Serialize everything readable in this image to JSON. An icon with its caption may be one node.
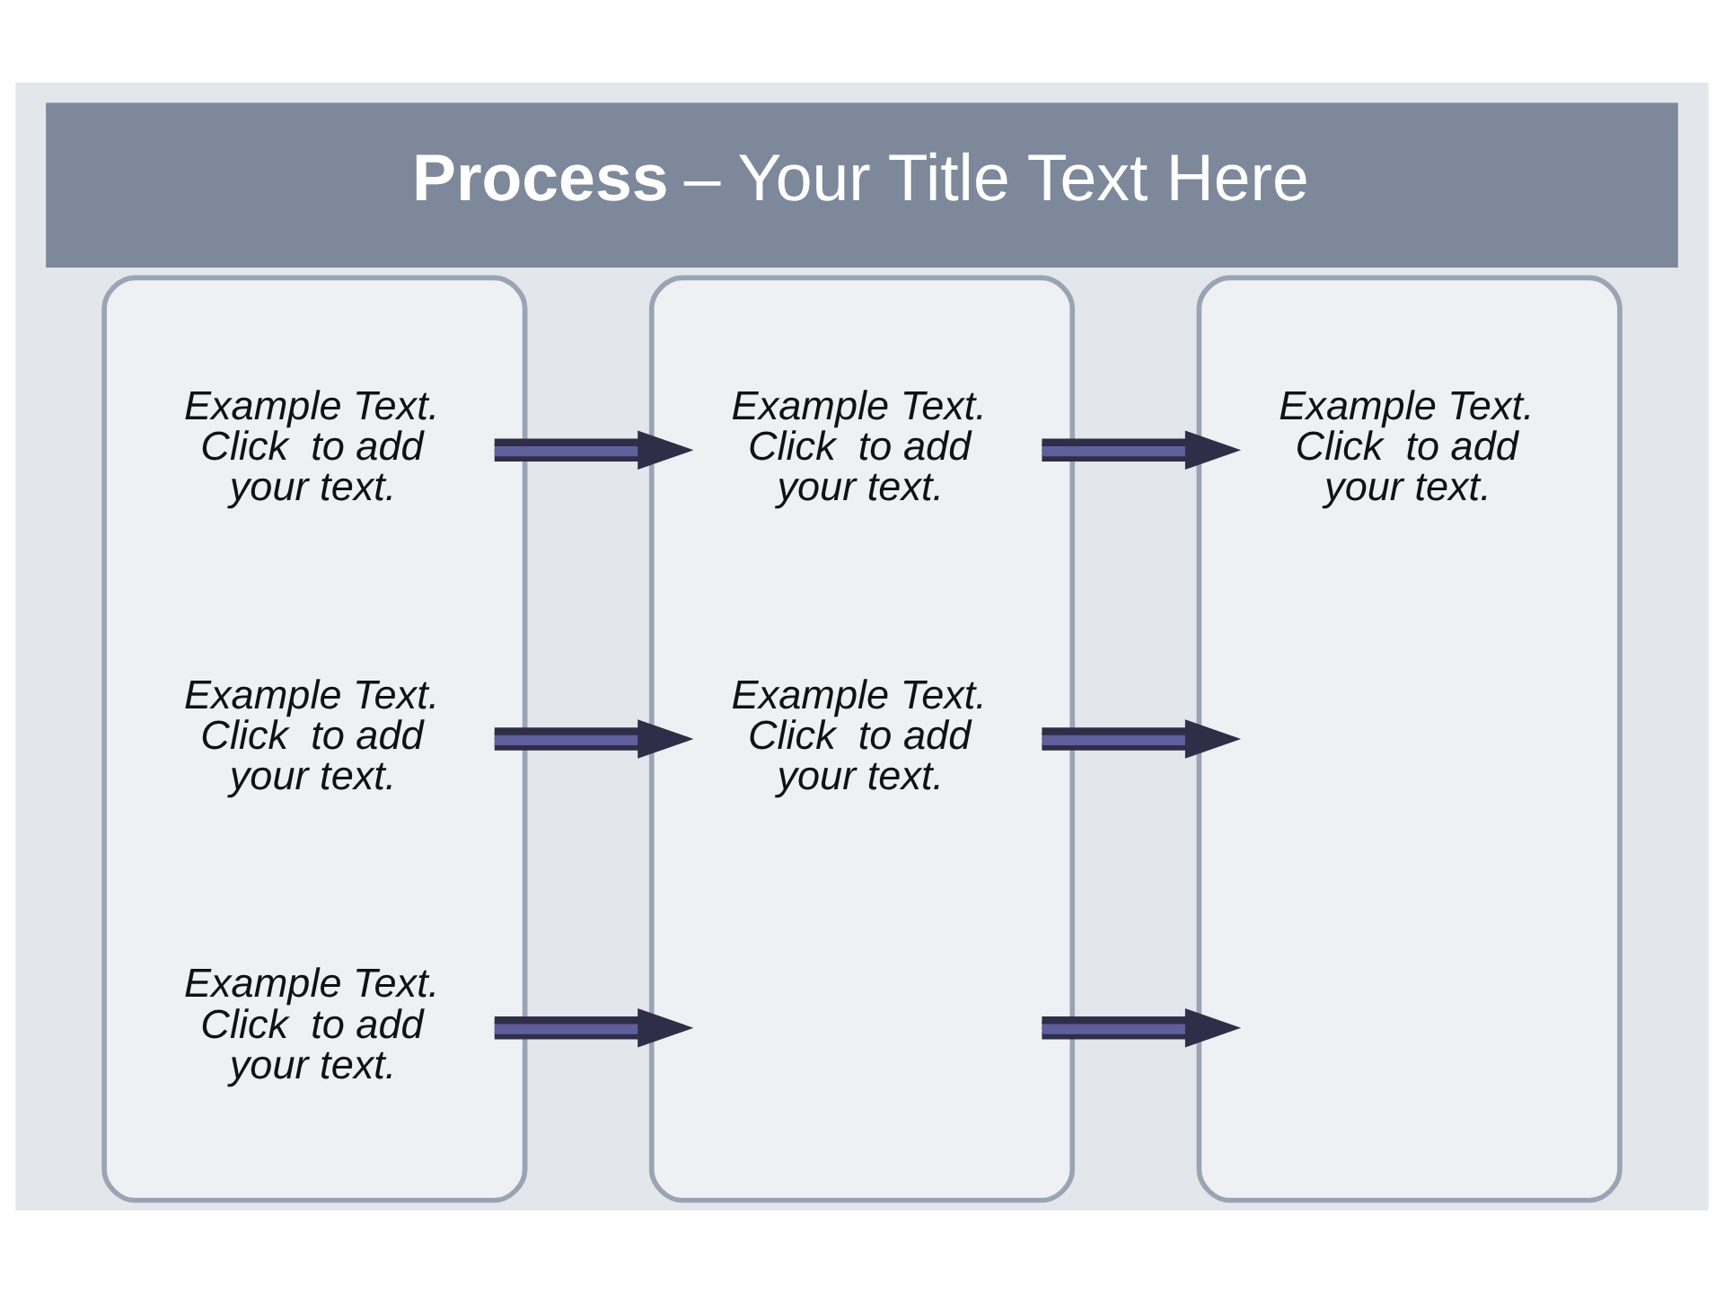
{
  "diagram": {
    "title": "**Process** – Your Title Text Here",
    "nodes": [
      {
        "text": [
          "Example Text. Click  to add your text.",
          "Example Text. Click  to add your text.",
          "Example Text. Click  to add your text."
        ]
      },
      {
        "text": [
          "Example Text. Click  to add your text.",
          "Example Text. Click  to add your text."
        ]
      },
      {
        "text": [
          "Example Text. Click  to add your text."
        ]
      }
    ],
    "edges": [
      {
        "from": 0,
        "to": 1,
        "arrow": "to"
      },
      {
        "from": 0,
        "to": 1,
        "arrow": "to"
      },
      {
        "from": 0,
        "to": 1,
        "arrow": "to"
      },
      {
        "from": 1,
        "to": 2,
        "arrow": "to"
      },
      {
        "from": 1,
        "to": 2,
        "arrow": "to"
      },
      {
        "from": 1,
        "to": 2,
        "arrow": "to"
      }
    ]
  }
}
